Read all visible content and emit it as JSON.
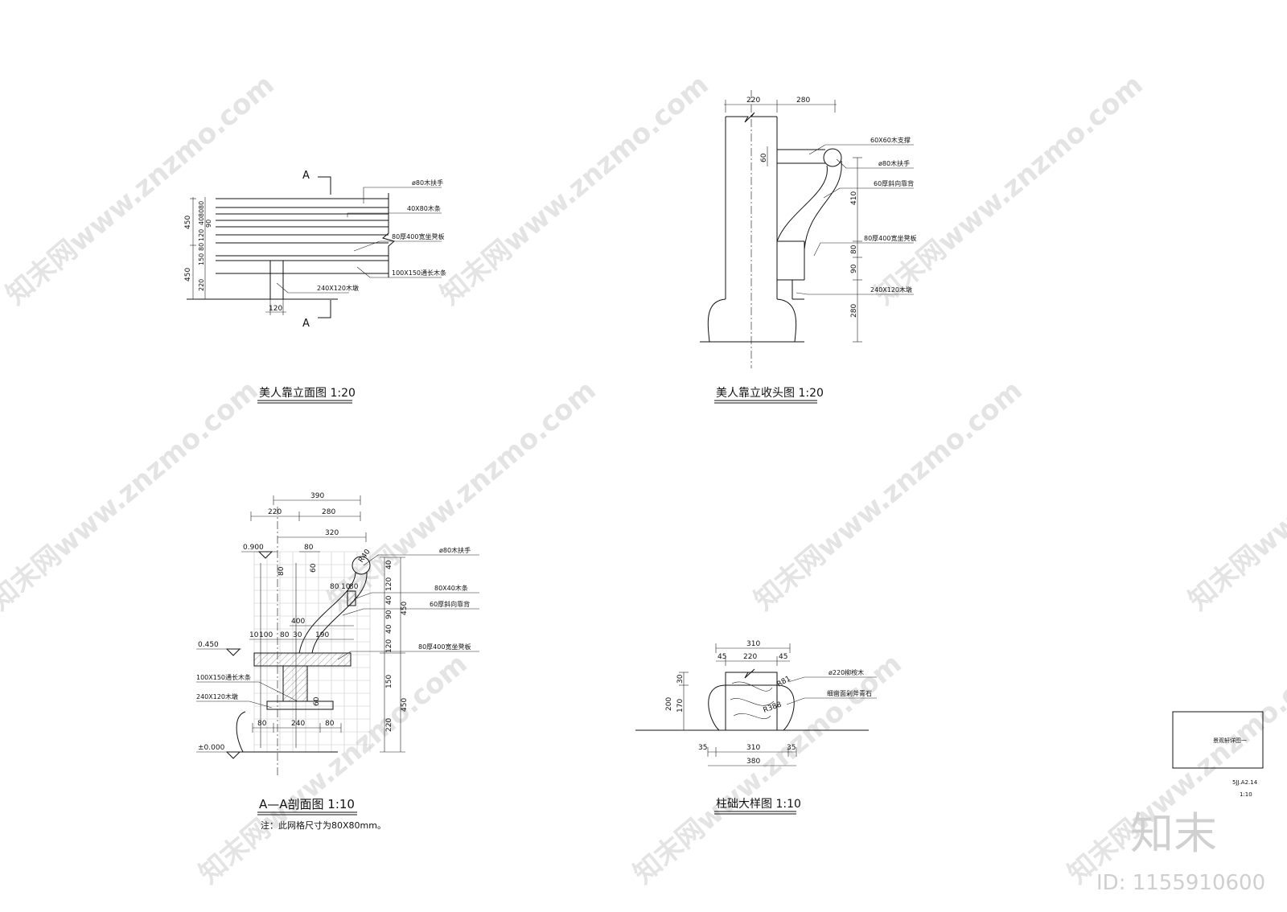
{
  "drawings": {
    "elevation": {
      "title": "美人靠立面图 1:20",
      "section_mark": "A",
      "dims_left_outer": [
        "450",
        "450"
      ],
      "dims_left_inner": [
        "80",
        "80",
        "40",
        "90",
        "120",
        "80",
        "150",
        "220"
      ],
      "dim_bottom": "120",
      "labels": [
        "ø80木扶手",
        "40X80木条",
        "80厚400宽坐凳板",
        "100X150通长木条",
        "240X120木墩"
      ]
    },
    "end_view": {
      "title": "美人靠立收头图 1:20",
      "dims_top": [
        "220",
        "280"
      ],
      "dim_left": "60",
      "dims_right": [
        "410",
        "80",
        "90",
        "280"
      ],
      "labels": [
        "60X60木支撑",
        "ø80木扶手",
        "60厚斜向靠背",
        "80厚400宽坐凳板",
        "240X120木墩"
      ]
    },
    "section": {
      "title": "A—A剖面图 1:10",
      "note": "注：此网格尺寸为80X80mm。",
      "dims_top": [
        "390",
        "220",
        "280",
        "320",
        "80"
      ],
      "dims_mid": [
        "80",
        "60",
        "80",
        "10",
        "80",
        "400",
        "10",
        "100",
        "80",
        "30",
        "190"
      ],
      "dims_right_inner": [
        "40",
        "120",
        "40",
        "90",
        "40",
        "120",
        "150",
        "220"
      ],
      "dims_right_outer": [
        "450",
        "450"
      ],
      "dims_bottom": [
        "80",
        "240",
        "80"
      ],
      "dim_60": "60",
      "radius": "R40",
      "levels": [
        "0.900",
        "0.450",
        "±0.000"
      ],
      "labels_right": [
        "ø80木扶手",
        "80X40木条",
        "60厚斜向靠背",
        "80厚400宽坐凳板"
      ],
      "labels_left": [
        "100X150通长木条",
        "240X120木墩"
      ]
    },
    "base_detail": {
      "title": "柱础大样图 1:10",
      "dims_top": [
        "310",
        "45",
        "220",
        "45"
      ],
      "dims_left": [
        "30",
        "200",
        "170"
      ],
      "dims_bottom": [
        "35",
        "310",
        "35",
        "380"
      ],
      "radii": [
        "R81",
        "R388"
      ],
      "labels": [
        "ø220柳桉木",
        "细凿面剁斧青石"
      ]
    }
  },
  "title_block": {
    "name": "景观轩详图一",
    "code": "5JJ.A2.14",
    "scale": "1:10"
  },
  "watermark": {
    "text": "知末网www.znzmo.com",
    "logo": "知末",
    "id": "ID: 1155910600"
  }
}
